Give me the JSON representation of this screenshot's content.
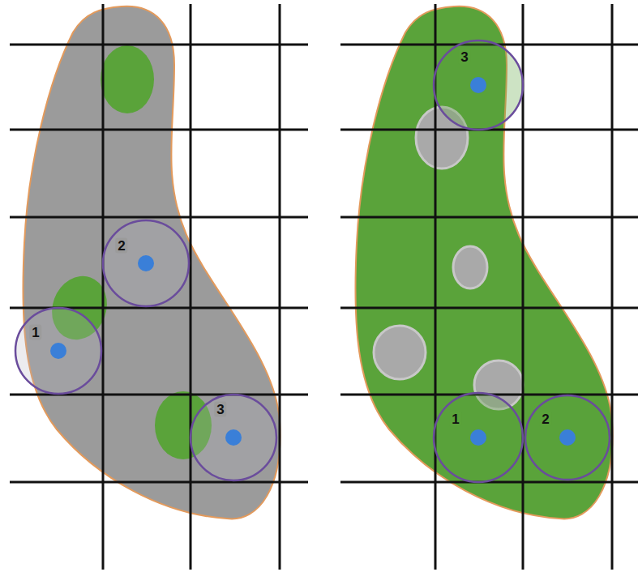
{
  "diagram": {
    "labels": [
      "2",
      "1",
      "3",
      "3",
      "1",
      "2"
    ]
  }
}
